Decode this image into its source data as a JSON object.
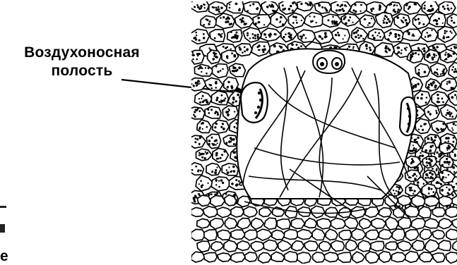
{
  "figure": {
    "label_line1": "Воздухоносная",
    "label_line2": "полость",
    "edge_text": "е"
  }
}
